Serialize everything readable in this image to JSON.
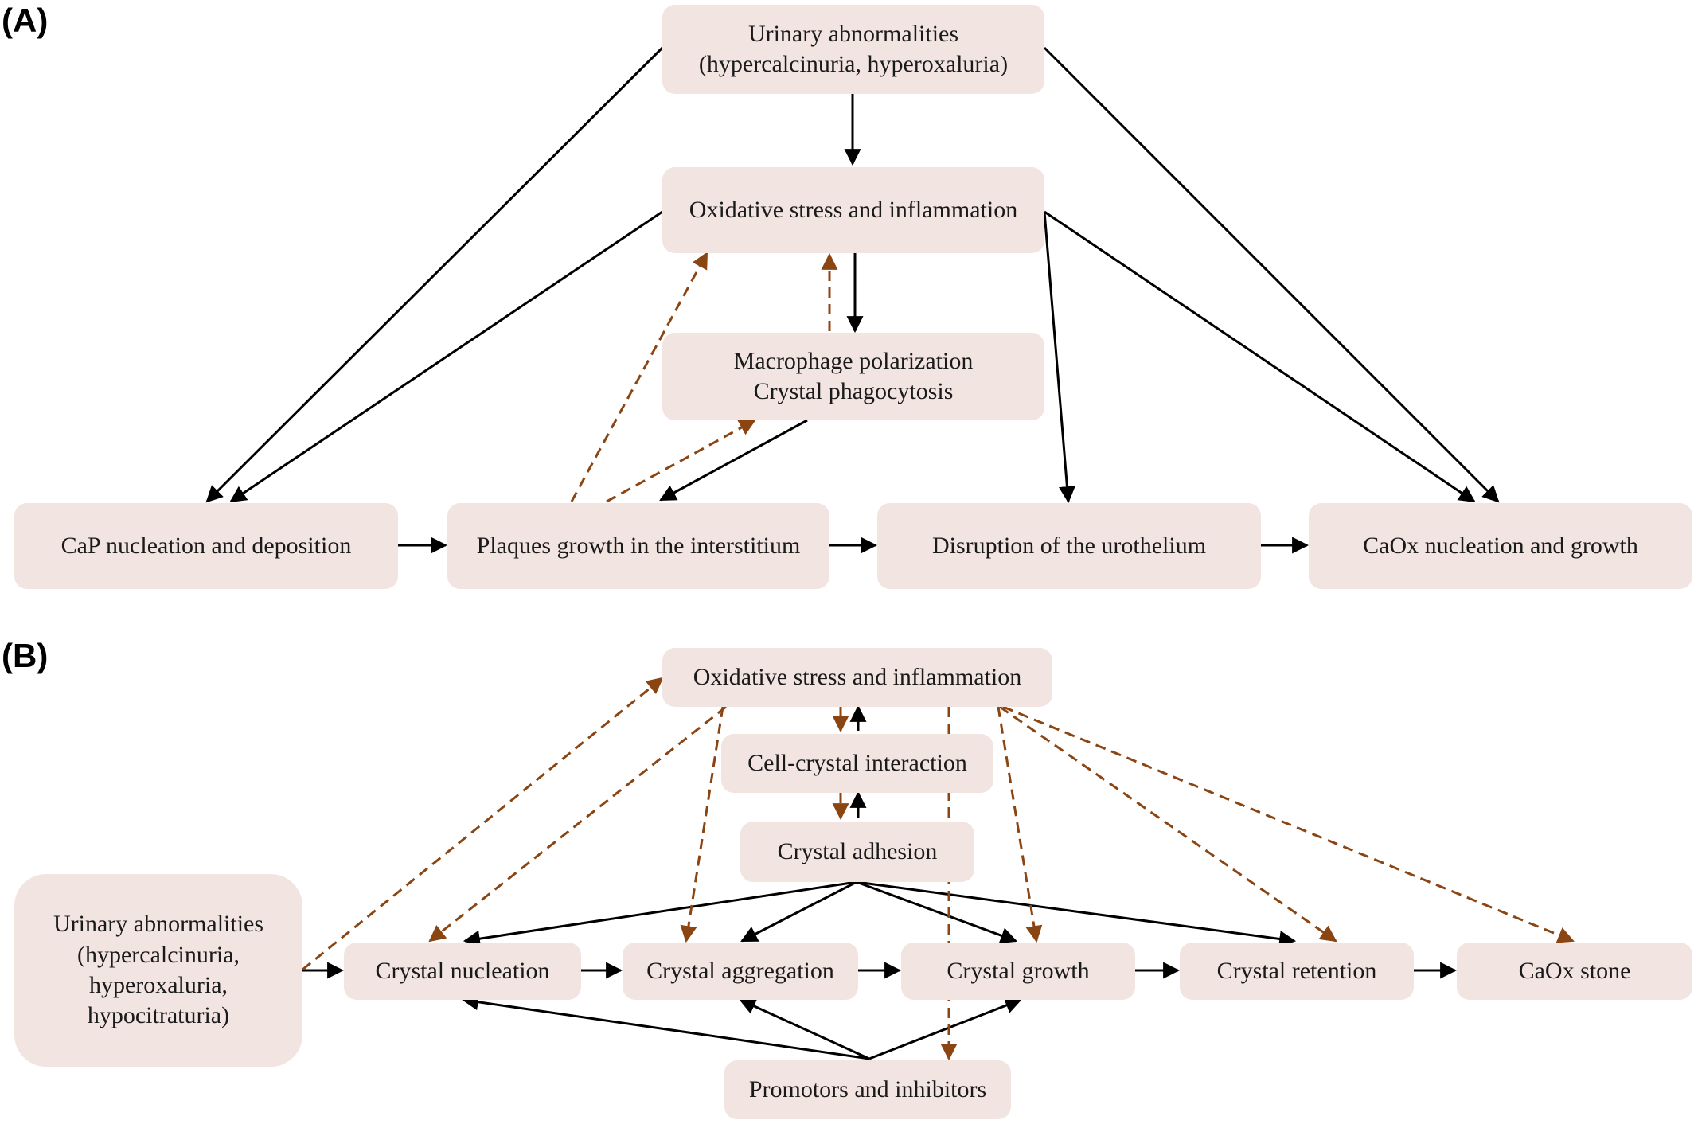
{
  "panels": {
    "a": {
      "label": "(A)"
    },
    "b": {
      "label": "(B)"
    }
  },
  "diagram_a": {
    "nodes": {
      "urinary": {
        "line1": "Urinary abnormalities",
        "line2": "(hypercalcinuria, hyperoxaluria)"
      },
      "oxidative": {
        "text": "Oxidative stress and inflammation"
      },
      "macrophage": {
        "line1": "Macrophage polarization",
        "line2": "Crystal phagocytosis"
      },
      "cap": {
        "text": "CaP nucleation and deposition"
      },
      "plaques": {
        "text": "Plaques growth in the interstitium"
      },
      "disruption": {
        "text": "Disruption of the urothelium"
      },
      "caox": {
        "text": "CaOx nucleation and growth"
      }
    }
  },
  "diagram_b": {
    "nodes": {
      "oxidative": {
        "text": "Oxidative stress and inflammation"
      },
      "cell_crystal": {
        "text": "Cell-crystal interaction"
      },
      "adhesion": {
        "text": "Crystal adhesion"
      },
      "urinary": {
        "line1": "Urinary abnormalities",
        "line2": "(hypercalcinuria,",
        "line3": "hyperoxaluria,",
        "line4": "hypocitraturia)"
      },
      "nucleation": {
        "text": "Crystal nucleation"
      },
      "aggregation": {
        "text": "Crystal aggregation"
      },
      "growth": {
        "text": "Crystal growth"
      },
      "retention": {
        "text": "Crystal retention"
      },
      "stone": {
        "text": "CaOx stone"
      },
      "promotors": {
        "text": "Promotors and inhibitors"
      }
    }
  },
  "colors": {
    "node_fill": "#f2e4e0",
    "solid_arrow": "#000000",
    "dashed_arrow": "#8b4513"
  }
}
